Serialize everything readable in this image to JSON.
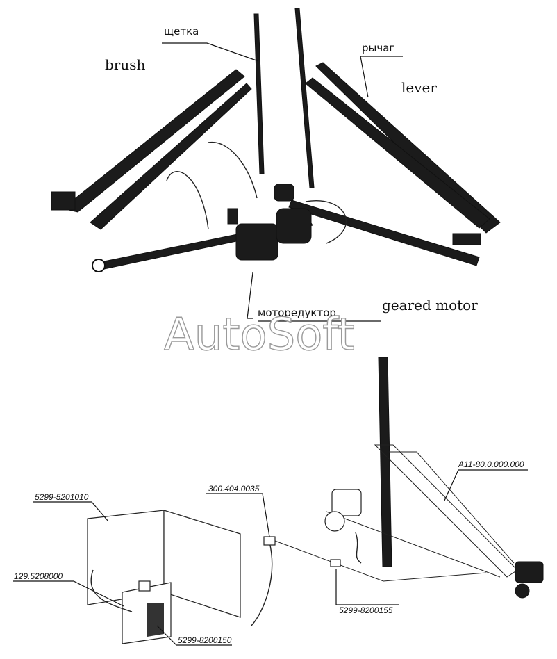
{
  "labels": {
    "shchetka": "щетка",
    "brush": "brush",
    "rychag": "рычаг",
    "lever": "lever",
    "motoreduktor": "моторедуктор",
    "geared_motor": "geared motor",
    "p_5299_5201010": "5299-5201010",
    "p_300_404_0035": "300.404.0035",
    "p_a11": "A11-80.0.000.000",
    "p_129_5208000": "129.5208000",
    "p_5299_8200155": "5299-8200155",
    "p_5299_8200150": "5299-8200150"
  },
  "watermark": "AutoSoft"
}
